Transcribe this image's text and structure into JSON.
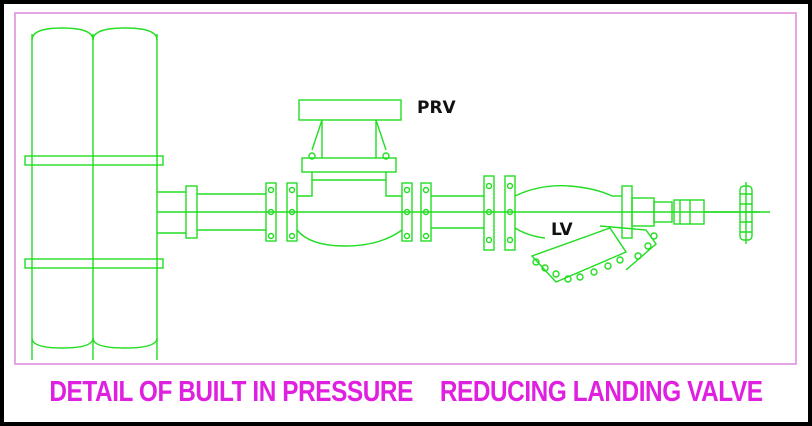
{
  "labels": {
    "prv": "PRV",
    "lv": "LV"
  },
  "caption": {
    "part1": "DETAIL OF BUILT IN PRESSURE",
    "part2": "REDUCING LANDING VALVE"
  },
  "colors": {
    "line": "#22dd22",
    "caption": "#e020e0",
    "frame_inner": "#e6a6e6",
    "frame_outer": "#000000",
    "label_text": "#111111"
  }
}
